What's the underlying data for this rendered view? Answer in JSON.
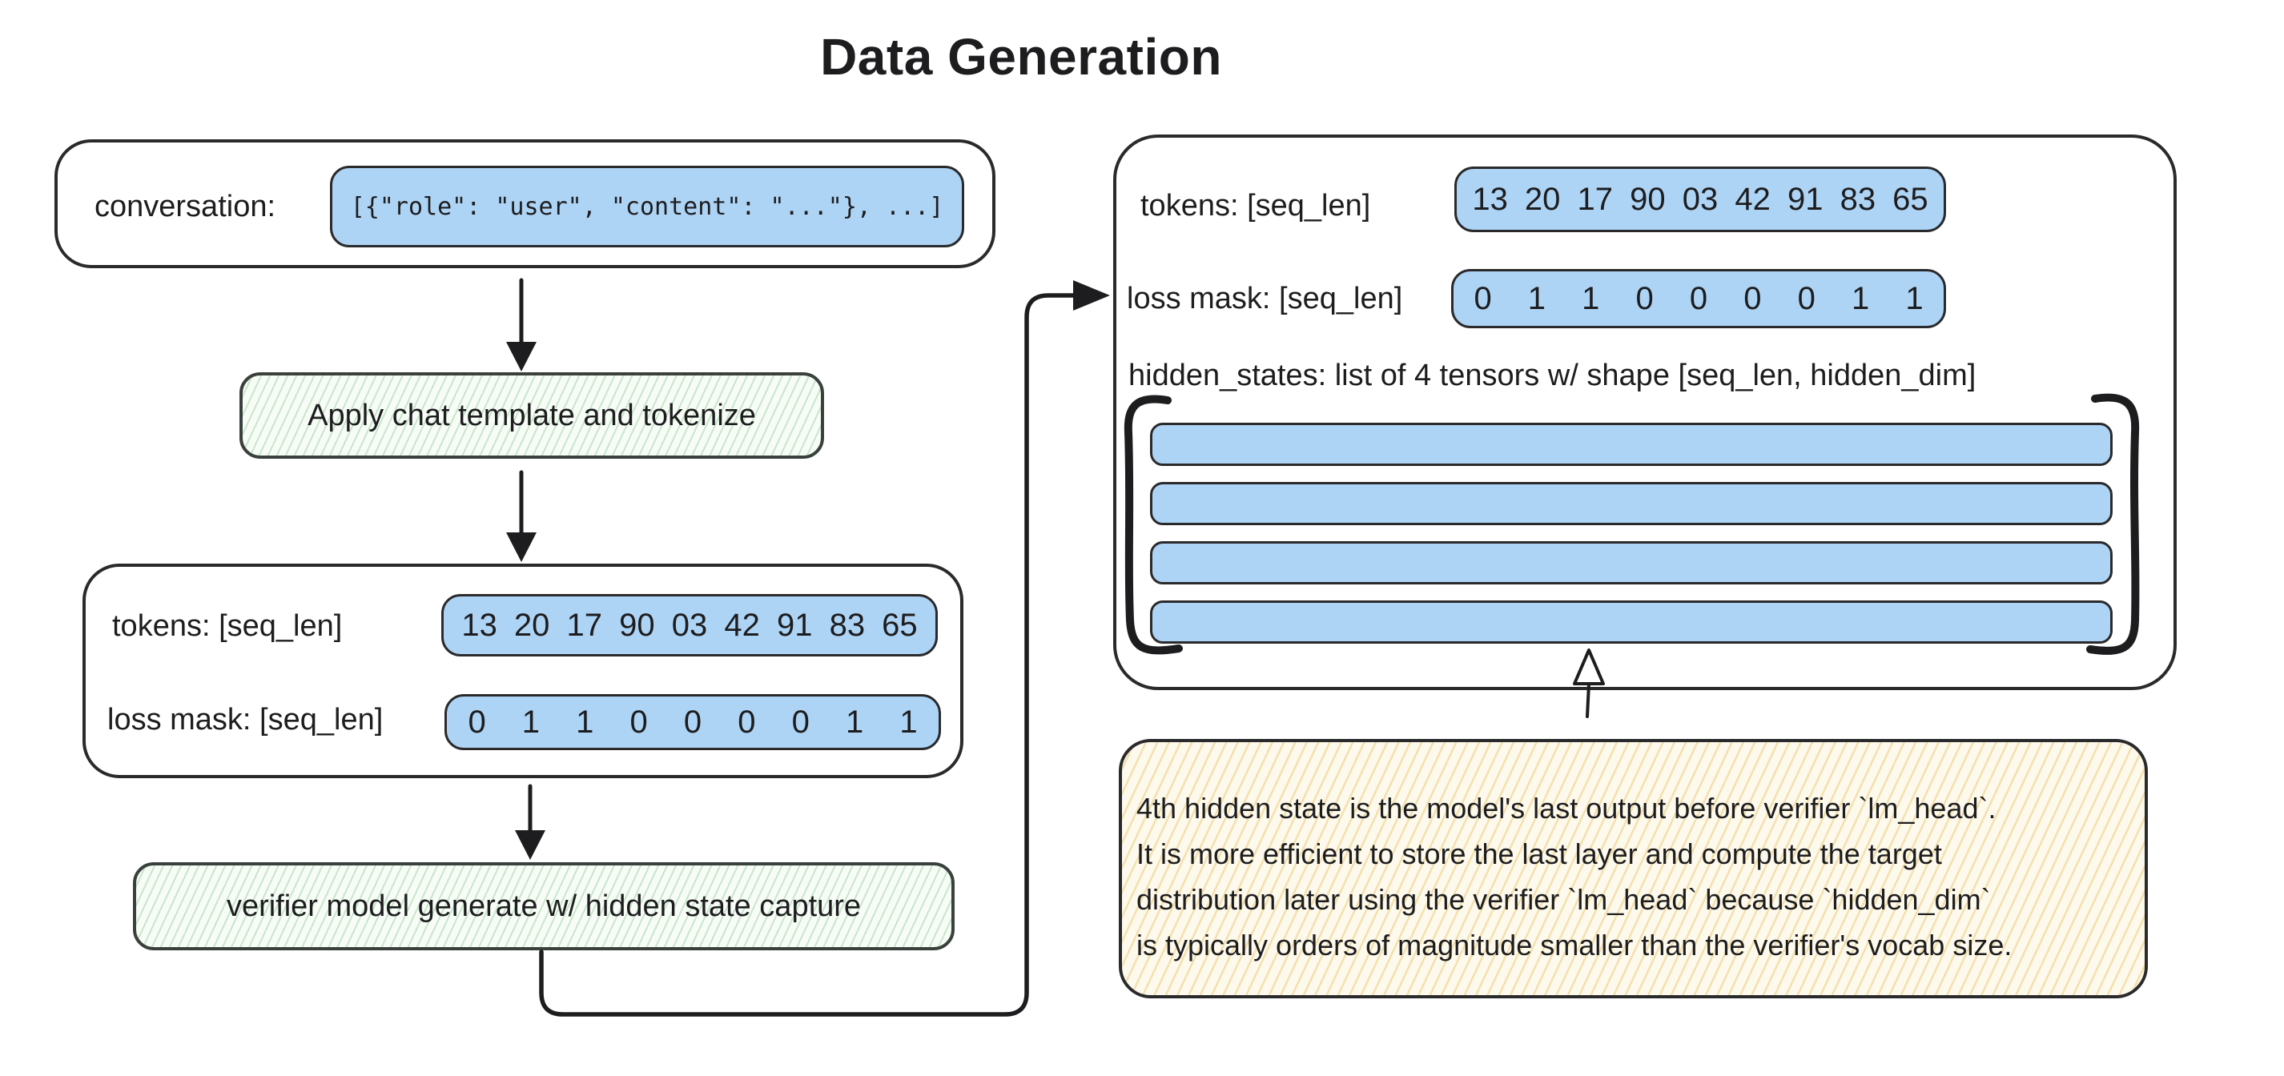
{
  "title": "Data Generation",
  "palette": {
    "ink": "#1d1d1f",
    "blue_fill": "#aed4f5",
    "green_hatch": "#7dc382",
    "green_bg": "#f7fcf6",
    "yellow_hatch": "#e4bc52",
    "yellow_bg": "#fdf9ec"
  },
  "left_flow": {
    "conversation": {
      "label": "conversation:",
      "value": "[{\"role\": \"user\", \"content\": \"...\"}, ...]"
    },
    "step_tokenize": {
      "label": "Apply chat template and tokenize"
    },
    "tokenized": {
      "tokens": {
        "label": "tokens: [seq_len]",
        "values": "13 20 17 90 03 42 91 83 65"
      },
      "loss_mask": {
        "label": "loss mask: [seq_len]",
        "values": "0 1 1 0 0 0 0 1 1"
      }
    },
    "step_generate": {
      "label": "verifier model generate w/ hidden state capture"
    }
  },
  "output_panel": {
    "tokens": {
      "label": "tokens: [seq_len]",
      "values": "13 20 17 90 03 42 91 83 65"
    },
    "loss_mask": {
      "label": "loss mask: [seq_len]",
      "values": "0 1 1 0 0 0 0 1 1"
    },
    "hidden_states": {
      "label": "hidden_states: list of 4 tensors w/ shape [seq_len, hidden_dim]",
      "tensor_count": 4
    }
  },
  "note": {
    "lines": [
      "4th hidden state is the model's last output before verifier `lm_head`.",
      "It is more efficient to store the last layer and compute the target",
      "distribution later using the verifier `lm_head` because `hidden_dim`",
      "is typically orders of magnitude smaller than the verifier's vocab size."
    ]
  }
}
